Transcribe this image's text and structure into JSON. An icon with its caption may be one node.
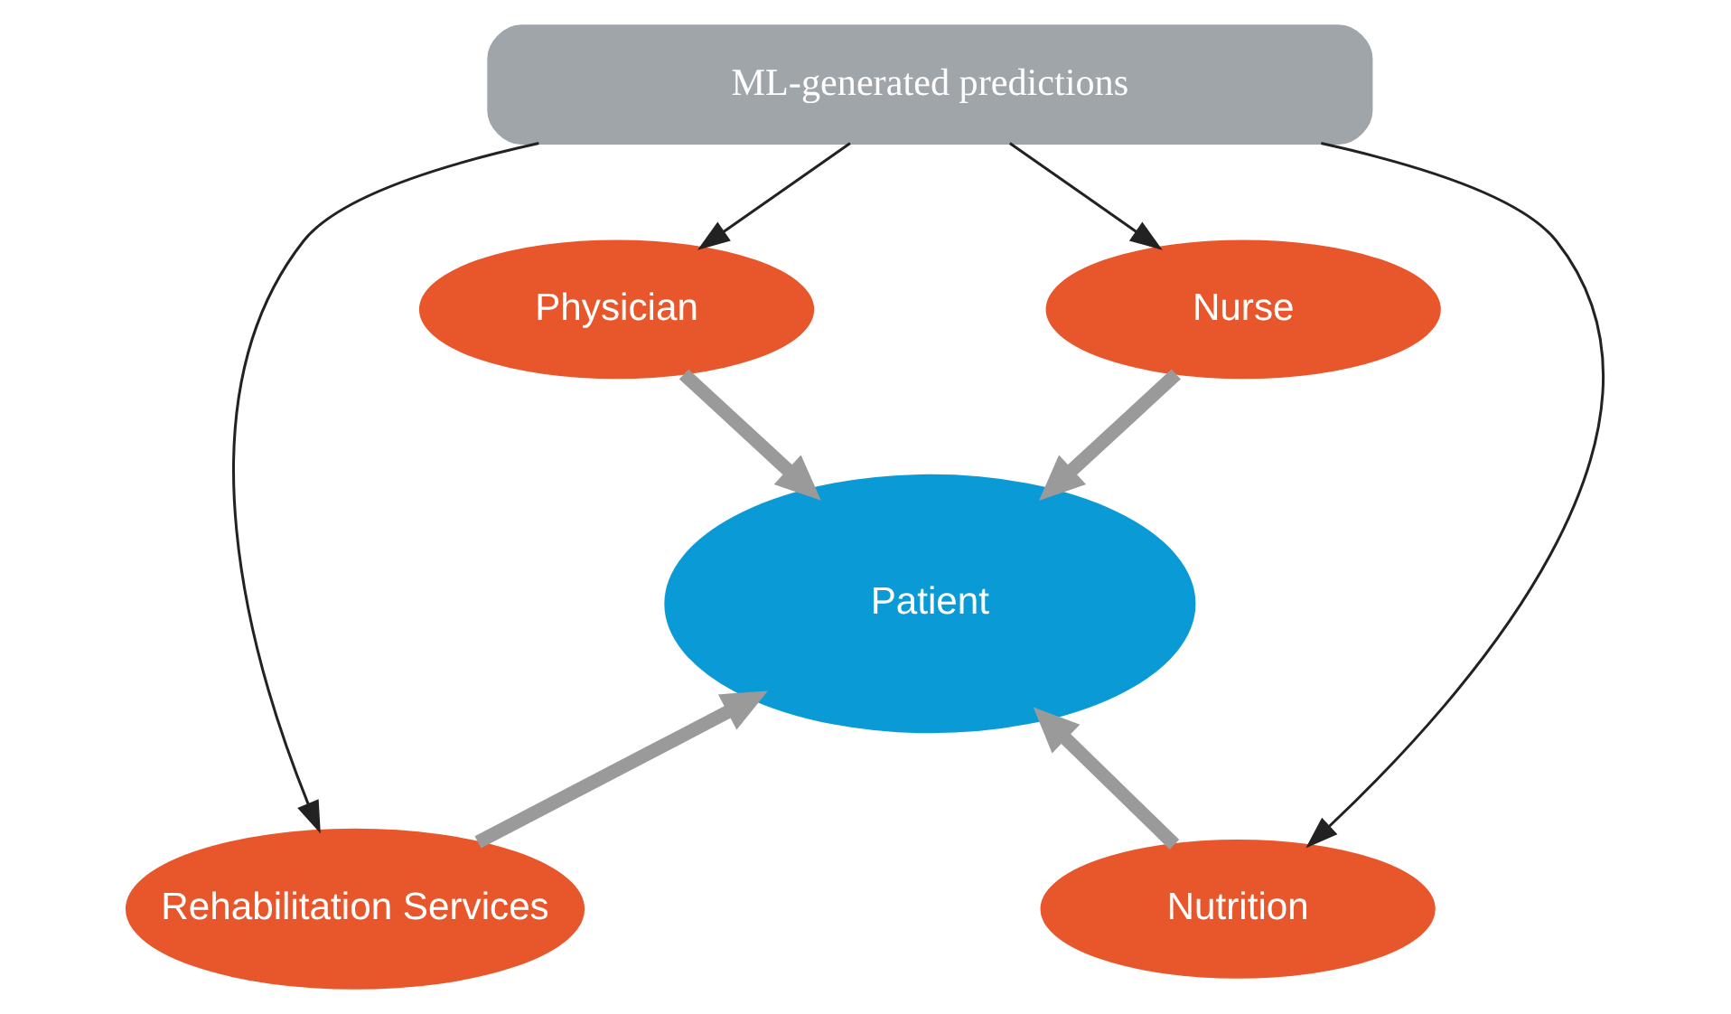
{
  "diagram": {
    "nodes": [
      {
        "text": [
          "ML-generated predictions"
        ]
      },
      {
        "text": [
          "Physician"
        ]
      },
      {
        "text": [
          "Nurse"
        ]
      },
      {
        "text": [
          "Patient"
        ]
      },
      {
        "text": [
          "Rehabilitation Services"
        ]
      },
      {
        "text": [
          "Nutrition"
        ]
      }
    ],
    "edges": [
      {
        "from": 0,
        "to": 1,
        "arrow": "to"
      },
      {
        "from": 0,
        "to": 4,
        "arrow": "to"
      },
      {
        "from": 0,
        "to": 5,
        "arrow": "to"
      },
      {
        "from": 0,
        "to": 2,
        "arrow": "to"
      },
      {
        "from": 1,
        "to": 3,
        "arrow": "to",
        "style": "thick",
        "color": "#9a9a9a"
      },
      {
        "from": 2,
        "to": 3,
        "arrow": "to",
        "style": "thick",
        "color": "#9a9a9a"
      },
      {
        "from": 4,
        "to": 3,
        "arrow": "to",
        "style": "thick",
        "color": "#9a9a9a"
      },
      {
        "from": 5,
        "to": 3,
        "arrow": "to",
        "style": "thick",
        "color": "#9a9a9a"
      }
    ]
  }
}
